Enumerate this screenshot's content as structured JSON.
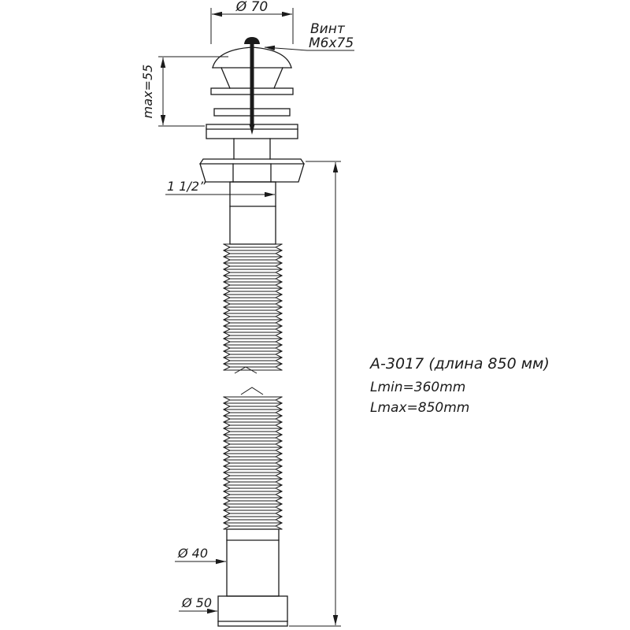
{
  "drawing": {
    "dim_top_diameter": "Ø 70",
    "screw_label_line1": "Винт",
    "screw_label_line2": "М6х75",
    "dim_max_height": "max=55",
    "thread_label": "1 1/2”",
    "product_code": "А-3017 (длина 850 мм)",
    "length_min": "Lmin=360mm",
    "length_max": "Lmax=850mm",
    "dim_mid_diameter": "Ø 40",
    "dim_bottom_diameter": "Ø 50"
  },
  "colors": {
    "line": "#1b1b1b",
    "background": "#ffffff"
  }
}
